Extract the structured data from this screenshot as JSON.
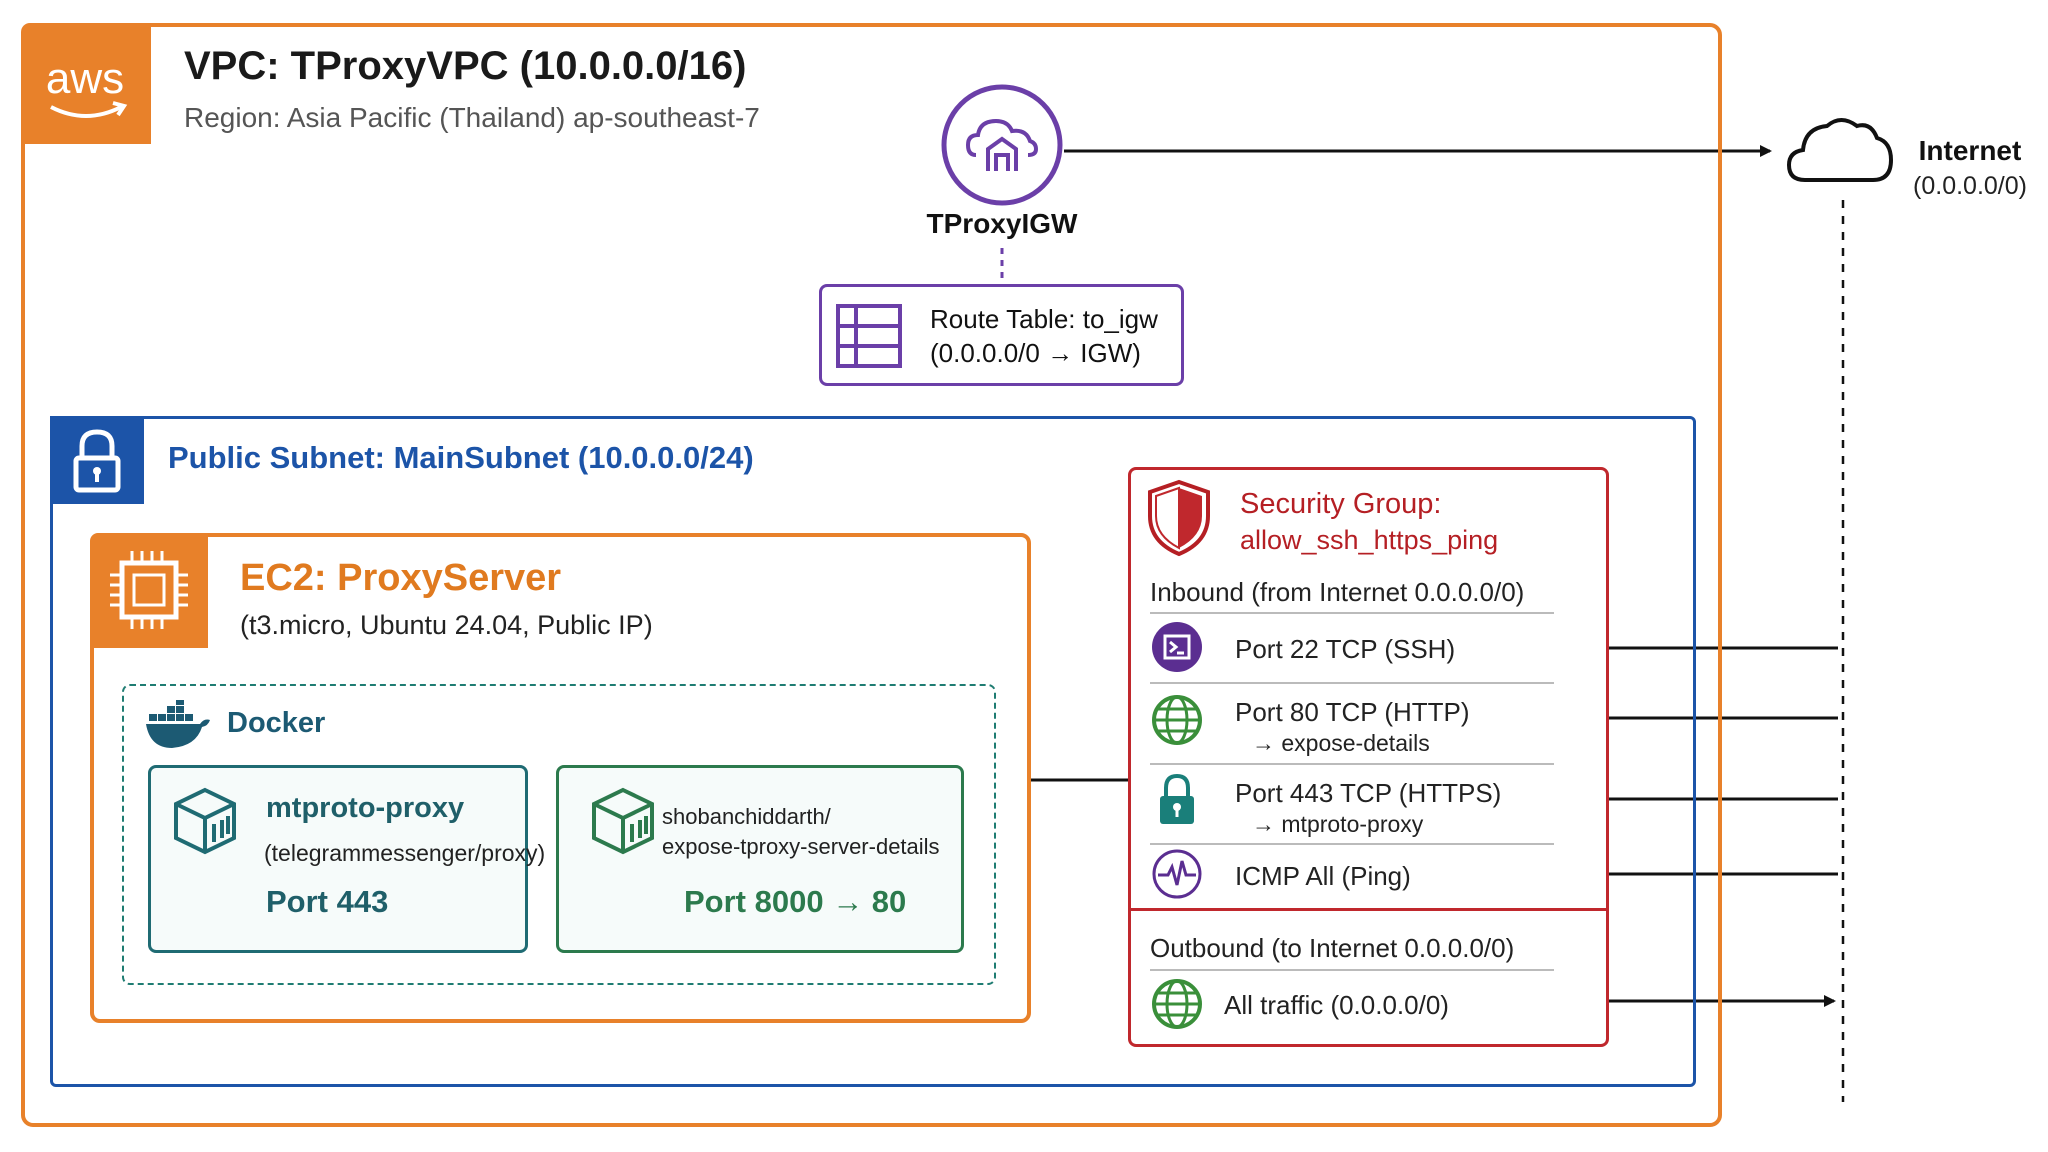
{
  "vpc": {
    "badge": "aws",
    "title": "VPC: TProxyVPC (10.0.0.0/16)",
    "region": "Region: Asia Pacific (Thailand) ap-southeast-7"
  },
  "igw": {
    "label": "TProxyIGW",
    "icon": "cloud-gateway-icon"
  },
  "route_table": {
    "line1": "Route Table: to_igw",
    "line2": "(0.0.0.0/0 → IGW)",
    "icon": "route-table-icon"
  },
  "internet": {
    "label": "Internet",
    "cidr": "(0.0.0.0/0)",
    "icon": "cloud-icon"
  },
  "subnet": {
    "title": "Public Subnet: MainSubnet (10.0.0.0/24)",
    "icon": "lock-icon"
  },
  "ec2": {
    "title": "EC2: ProxyServer",
    "subtitle": "(t3.micro, Ubuntu 24.04, Public IP)",
    "icon": "chip-icon"
  },
  "docker": {
    "label": "Docker",
    "icon": "docker-whale-icon",
    "containers": [
      {
        "name": "mtproto-proxy",
        "image": "(telegrammessenger/proxy)",
        "port": "Port 443",
        "icon": "container-icon"
      },
      {
        "image_line1": "shobanchiddarth/",
        "image_line2": "expose-tproxy-server-details",
        "port": "Port 8000 → 80",
        "icon": "container-icon"
      }
    ]
  },
  "security_group": {
    "title": "Security Group:",
    "name": "allow_ssh_https_ping",
    "inbound_header": "Inbound (from Internet 0.0.0.0/0)",
    "inbound": [
      {
        "label": "Port 22 TCP (SSH)",
        "sub": "",
        "icon": "terminal-icon"
      },
      {
        "label": "Port 80 TCP (HTTP)",
        "sub": "→ expose-details",
        "icon": "globe-icon"
      },
      {
        "label": "Port 443 TCP (HTTPS)",
        "sub": "→ mtproto-proxy",
        "icon": "padlock-icon"
      },
      {
        "label": "ICMP All (Ping)",
        "sub": "",
        "icon": "pulse-icon"
      }
    ],
    "outbound_header": "Outbound (to Internet 0.0.0.0/0)",
    "outbound": [
      {
        "label": "All traffic (0.0.0.0/0)",
        "icon": "globe-icon"
      }
    ]
  },
  "colors": {
    "aws_orange": "#e8812a",
    "subnet_blue": "#1c54a8",
    "igw_purple": "#6b3fa8",
    "sg_red": "#c0282d",
    "docker_teal": "#1f6b73",
    "container_green": "#2c7a4d"
  }
}
